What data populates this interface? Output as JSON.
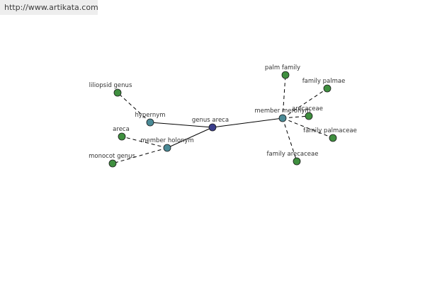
{
  "source_link": "http://www.artikata.com",
  "colors": {
    "center_node": "#3a3e8c",
    "relation_node": "#4a8a96",
    "leaf_node": "#3f8f3f"
  },
  "graph": {
    "center": "genus areca",
    "relations": [
      {
        "key": "hypernym",
        "label": "hypernym",
        "terms": [
          "liliopsid genus"
        ]
      },
      {
        "key": "holonym",
        "label": "member holonym",
        "terms": [
          "areca",
          "monocot genus"
        ]
      },
      {
        "key": "meronym",
        "label": "member meronym",
        "terms": [
          "palm family",
          "family palmae",
          "arecaceae",
          "family palmaceae",
          "family arecaceae"
        ]
      }
    ]
  }
}
